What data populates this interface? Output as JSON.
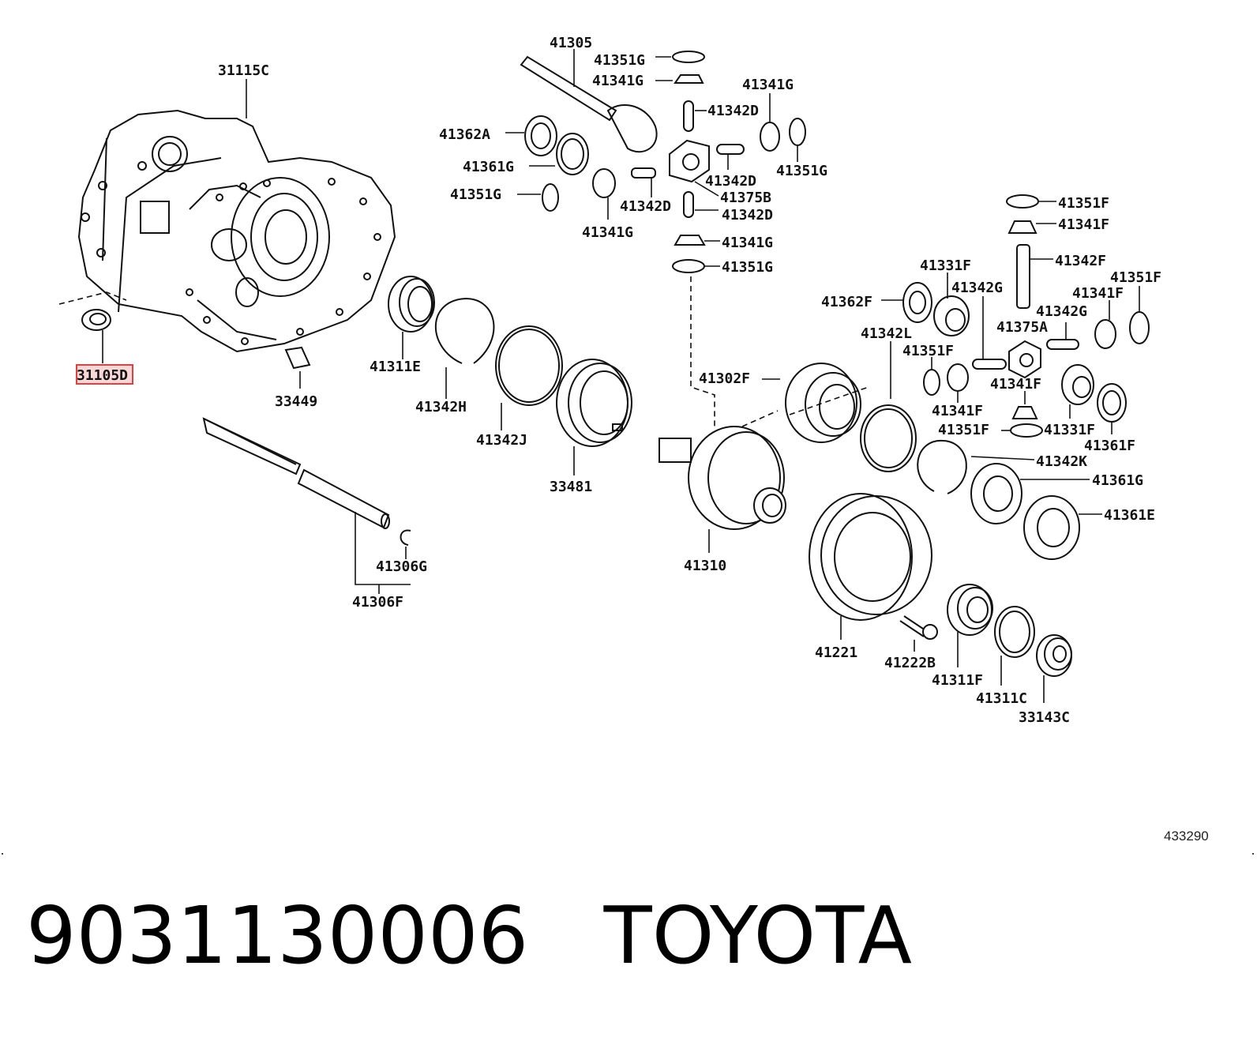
{
  "diagram": {
    "figure_ref": "433290",
    "highlight_color": "#e0403f",
    "labels": {
      "31115C": "31115C",
      "31105D": "31105D",
      "33449": "33449",
      "41306G": "41306G",
      "41306F": "41306F",
      "41311E": "41311E",
      "41342H": "41342H",
      "41342J": "41342J",
      "33481": "33481",
      "41305": "41305",
      "41351G_a": "41351G",
      "41341G_a": "41341G",
      "41362A": "41362A",
      "41361G_a": "41361G",
      "41351G_b": "41351G",
      "41341G_b": "41341G",
      "41342D_a": "41342D",
      "41342D_b": "41342D",
      "41375B": "41375B",
      "41342D_c": "41342D",
      "41342D_d": "41342D",
      "41341G_c": "41341G",
      "41351G_c": "41351G",
      "41341G_d": "41341G",
      "41351G_d": "41351G",
      "41302F": "41302F",
      "41310": "41310",
      "41351F_a": "41351F",
      "41341F_a": "41341F",
      "41342F": "41342F",
      "41351F_b": "41351F",
      "41331F_a": "41331F",
      "41342G_a": "41342G",
      "41341F_b": "41341F",
      "41362F": "41362F",
      "41342G_b": "41342G",
      "41342L": "41342L",
      "41375A": "41375A",
      "41351F_c": "41351F",
      "41341F_c": "41341F",
      "41341F_d": "41341F",
      "41351F_d": "41351F",
      "41331F_b": "41331F",
      "41361F": "41361F",
      "41342K": "41342K",
      "41361G_b": "41361G",
      "41361E": "41361E",
      "41221": "41221",
      "41222B": "41222B",
      "41311F": "41311F",
      "41311C": "41311C",
      "33143C": "33143C"
    }
  },
  "caption": {
    "part_number": "9031130006",
    "brand": "TOYOTA"
  }
}
